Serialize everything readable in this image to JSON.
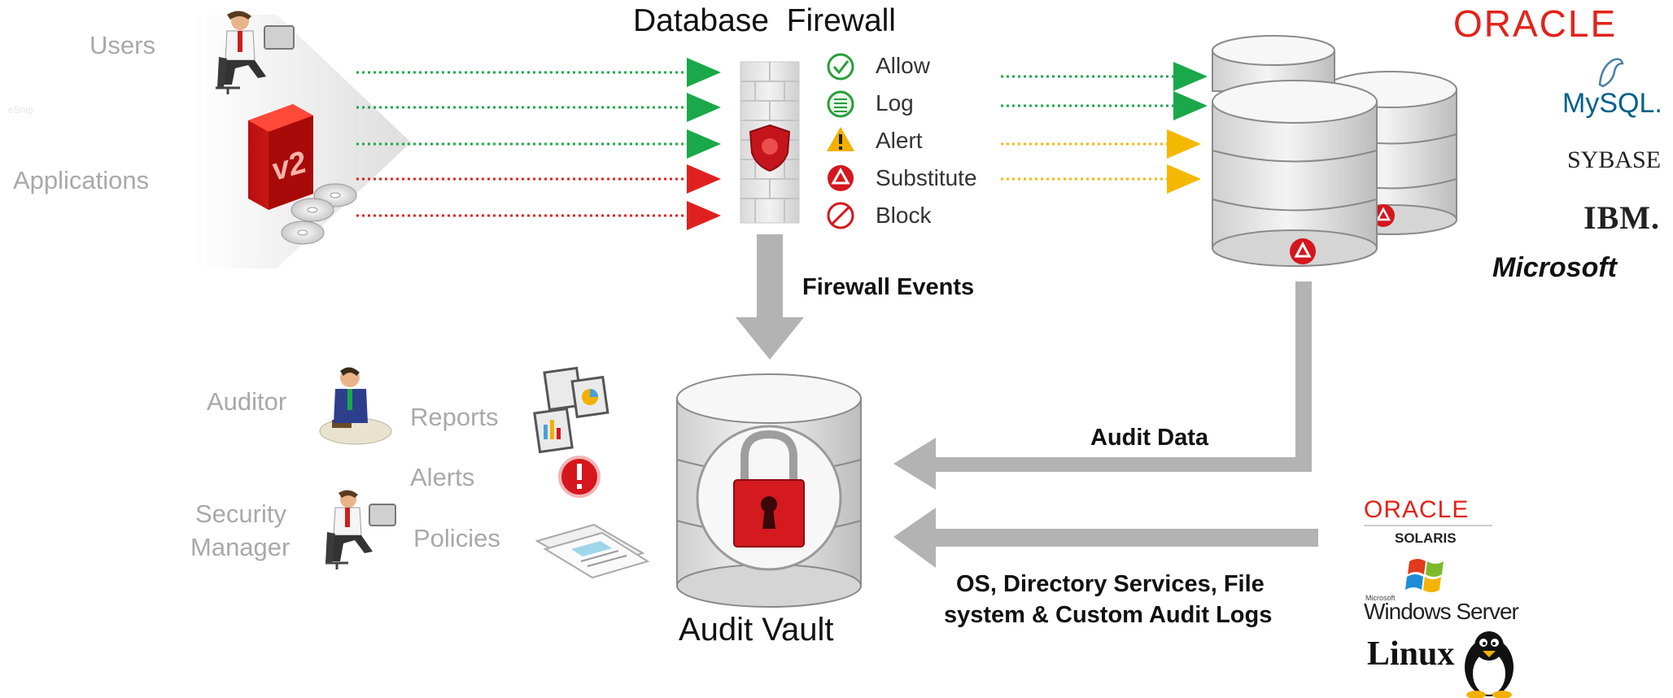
{
  "firewall": {
    "title": "Database  Firewall",
    "actions": [
      {
        "label": "Allow",
        "icon": "check-circle-icon",
        "color": "#2a9d3c"
      },
      {
        "label": "Log",
        "icon": "list-circle-icon",
        "color": "#2a9d3c"
      },
      {
        "label": "Alert",
        "icon": "warning-triangle-icon",
        "color": "#f2b000"
      },
      {
        "label": "Substitute",
        "icon": "substitute-icon",
        "color": "#d5161d"
      },
      {
        "label": "Block",
        "icon": "block-icon",
        "color": "#d5161d"
      }
    ],
    "events_label": "Firewall Events"
  },
  "sources": {
    "users_label": "Users",
    "applications_label": "Applications",
    "app_box_text": "v2",
    "watermark_text": "eShip"
  },
  "databases": {
    "vendors": [
      "ORACLE",
      "MySQL.",
      "SYBASE",
      "IBM.",
      "Microsoft"
    ]
  },
  "audit_vault": {
    "title": "Audit Vault",
    "audit_data_label": "Audit Data",
    "os_logs_label_line1": "OS, Directory Services, File",
    "os_logs_label_line2": "system & Custom Audit Logs"
  },
  "consumers": {
    "auditor_label": "Auditor",
    "security_manager_line1": "Security",
    "security_manager_line2": "Manager",
    "reports_label": "Reports",
    "alerts_label": "Alerts",
    "policies_label": "Policies"
  },
  "os_platforms": {
    "oracle_text": "ORACLE",
    "solaris_text": "SOLARIS",
    "microsoft_small": "Microsoft",
    "windows_text": "Windows Server",
    "linux_text": "Linux"
  },
  "colors": {
    "allow_green": "#1aa84a",
    "alert_yellow": "#f5b800",
    "block_red": "#e02020",
    "oracle_red": "#e2231a",
    "mysql_blue": "#00618a",
    "arrow_grey": "#b3b3b3"
  }
}
